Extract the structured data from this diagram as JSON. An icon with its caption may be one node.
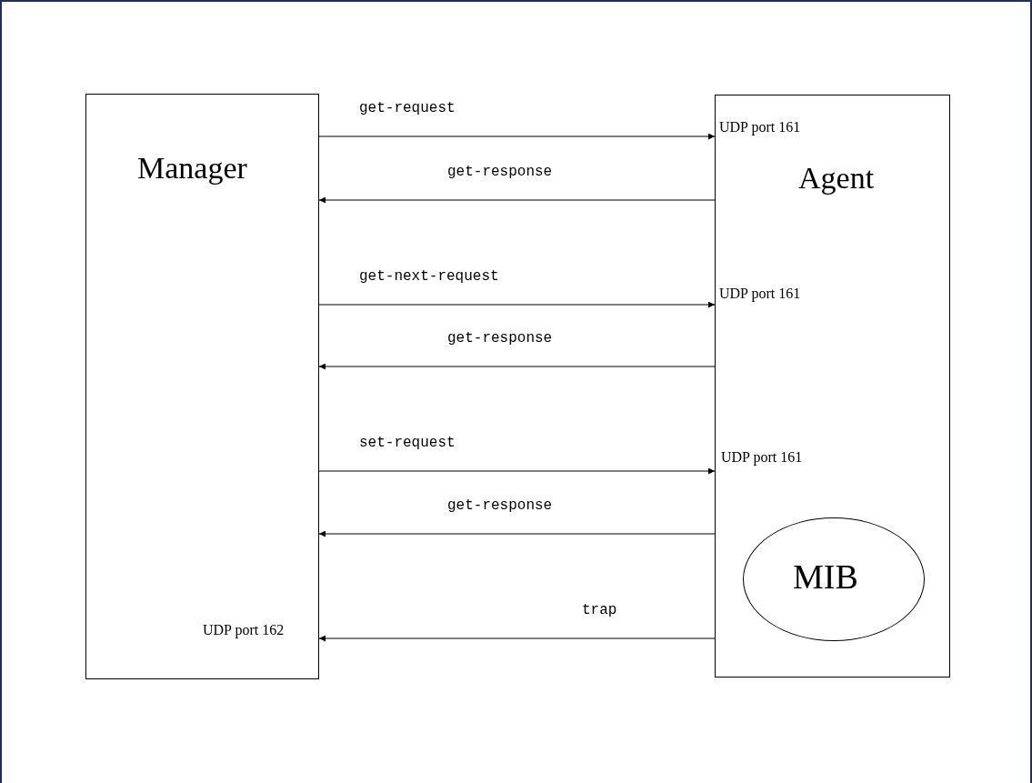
{
  "diagram": {
    "nodes": [
      {
        "text": [
          "Manager",
          "UDP port 162"
        ]
      },
      {
        "text": [
          "UDP port 161",
          "Agent",
          "UDP port 161",
          "UDP port 161"
        ]
      },
      {
        "text": [
          "MIB"
        ],
        "in": 1
      }
    ],
    "edges": [
      {
        "from": 0,
        "to": 1,
        "arrow": "to",
        "label": "get-request"
      },
      {
        "from": 1,
        "to": 0,
        "arrow": "to",
        "label": "get-response"
      },
      {
        "from": 0,
        "to": 1,
        "arrow": "to",
        "label": "get-next-request"
      },
      {
        "from": 1,
        "to": 0,
        "arrow": "to",
        "label": "get-response"
      },
      {
        "from": 0,
        "to": 1,
        "arrow": "to",
        "label": "set-request"
      },
      {
        "from": 1,
        "to": 0,
        "arrow": "to",
        "label": "get-response"
      },
      {
        "from": 1,
        "to": 0,
        "arrow": "to",
        "label": "trap"
      }
    ]
  }
}
